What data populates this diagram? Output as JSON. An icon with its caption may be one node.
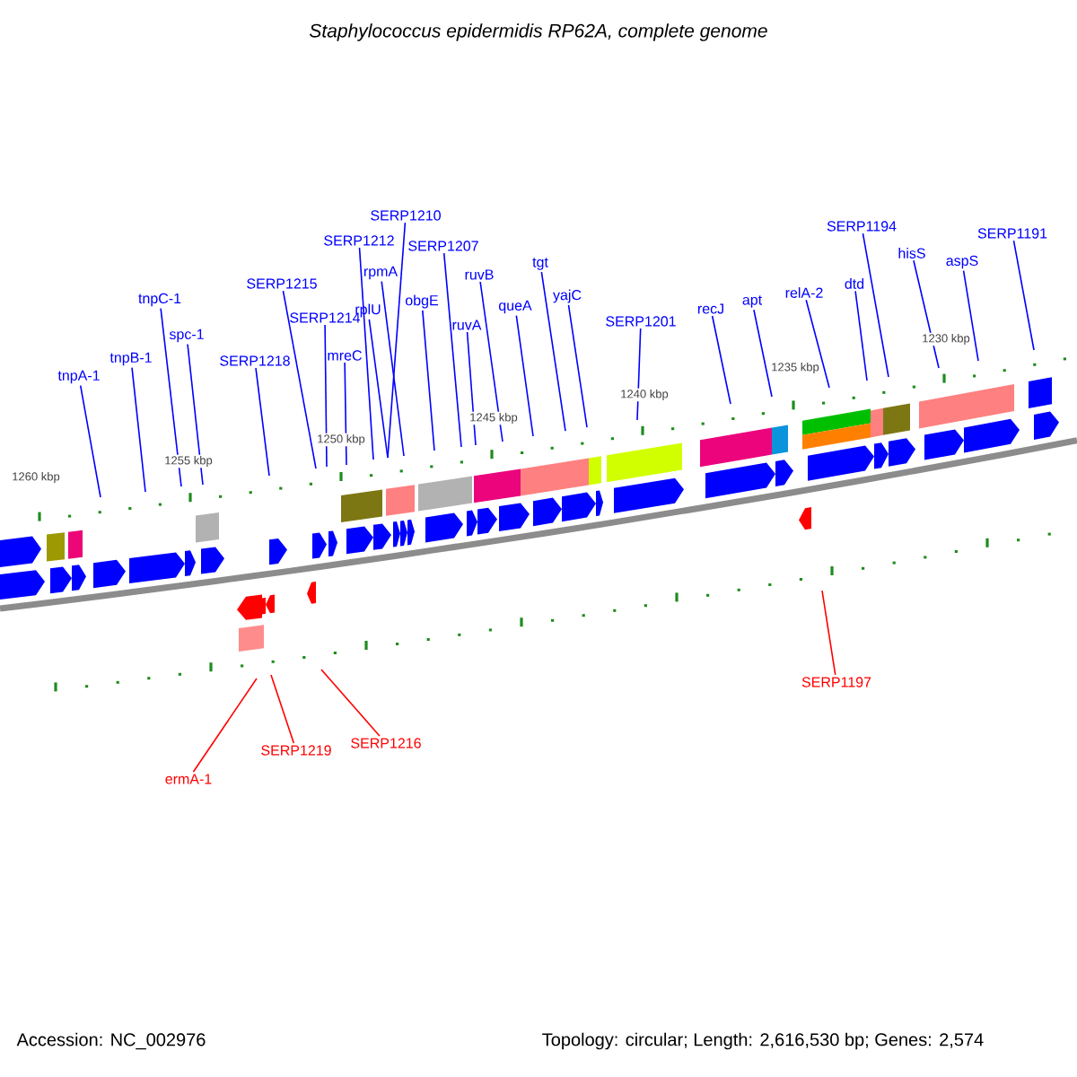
{
  "diagram": {
    "title": "Staphylococcus epidermidis RP62A, complete genome",
    "nodes": [
      {
        "text": [
          "tnpA-1"
        ]
      },
      {
        "text": [
          "tnpB-1"
        ]
      },
      {
        "text": [
          "tnpC-1"
        ]
      },
      {
        "text": [
          "spc-1"
        ]
      },
      {
        "text": [
          "SERP1218"
        ]
      },
      {
        "text": [
          "SERP1215"
        ]
      },
      {
        "text": [
          "SERP1214"
        ]
      },
      {
        "text": [
          "mreC"
        ]
      },
      {
        "text": [
          "SERP1212"
        ]
      },
      {
        "text": [
          "SERP1210"
        ]
      },
      {
        "text": [
          "rplU"
        ]
      },
      {
        "text": [
          "rpmA"
        ]
      },
      {
        "text": [
          "obgE"
        ]
      },
      {
        "text": [
          "SERP1207"
        ]
      },
      {
        "text": [
          "ruvA"
        ]
      },
      {
        "text": [
          "ruvB"
        ]
      },
      {
        "text": [
          "queA"
        ]
      },
      {
        "text": [
          "tgt"
        ]
      },
      {
        "text": [
          "yajC"
        ]
      },
      {
        "text": [
          "SERP1201"
        ]
      },
      {
        "text": [
          "recJ"
        ]
      },
      {
        "text": [
          "apt"
        ]
      },
      {
        "text": [
          "relA-2"
        ]
      },
      {
        "text": [
          "dtd"
        ]
      },
      {
        "text": [
          "SERP1194"
        ]
      },
      {
        "text": [
          "hisS"
        ]
      },
      {
        "text": [
          "aspS"
        ]
      },
      {
        "text": [
          "SERP1191"
        ]
      },
      {
        "text": [
          "ermA-1"
        ]
      },
      {
        "text": [
          "SERP1219"
        ]
      },
      {
        "text": [
          "SERP1216"
        ]
      },
      {
        "text": [
          "SERP1197"
        ]
      }
    ],
    "edges": [
      {
        "from": 0,
        "to": null,
        "arrow": "none"
      },
      {
        "from": 1,
        "to": null,
        "arrow": "none"
      },
      {
        "from": 2,
        "to": null,
        "arrow": "none"
      },
      {
        "from": 3,
        "to": null,
        "arrow": "none"
      },
      {
        "from": 4,
        "to": null,
        "arrow": "none"
      },
      {
        "from": 5,
        "to": null,
        "arrow": "none"
      },
      {
        "from": 6,
        "to": null,
        "arrow": "none"
      },
      {
        "from": 7,
        "to": null,
        "arrow": "none"
      },
      {
        "from": 8,
        "to": null,
        "arrow": "none"
      },
      {
        "from": 9,
        "to": null,
        "arrow": "none"
      },
      {
        "from": 10,
        "to": null,
        "arrow": "none"
      },
      {
        "from": 11,
        "to": null,
        "arrow": "none"
      },
      {
        "from": 12,
        "to": null,
        "arrow": "none"
      },
      {
        "from": 13,
        "to": null,
        "arrow": "none"
      },
      {
        "from": 14,
        "to": null,
        "arrow": "none"
      },
      {
        "from": 15,
        "to": null,
        "arrow": "none"
      },
      {
        "from": 16,
        "to": null,
        "arrow": "none"
      },
      {
        "from": 17,
        "to": null,
        "arrow": "none"
      },
      {
        "from": 18,
        "to": null,
        "arrow": "none"
      },
      {
        "from": 19,
        "to": null,
        "arrow": "none"
      },
      {
        "from": 20,
        "to": null,
        "arrow": "none"
      },
      {
        "from": 21,
        "to": null,
        "arrow": "none"
      },
      {
        "from": 22,
        "to": null,
        "arrow": "none"
      },
      {
        "from": 23,
        "to": null,
        "arrow": "none"
      },
      {
        "from": 24,
        "to": null,
        "arrow": "none"
      },
      {
        "from": 25,
        "to": null,
        "arrow": "none"
      },
      {
        "from": 26,
        "to": null,
        "arrow": "none"
      },
      {
        "from": 27,
        "to": null,
        "arrow": "none"
      },
      {
        "from": 28,
        "to": null,
        "arrow": "none",
        "color": "#ff0000"
      },
      {
        "from": 29,
        "to": null,
        "arrow": "none",
        "color": "#ff0000"
      },
      {
        "from": 30,
        "to": null,
        "arrow": "none",
        "color": "#ff0000"
      },
      {
        "from": 31,
        "to": null,
        "arrow": "none",
        "color": "#ff0000"
      }
    ],
    "labels": [
      "1260 kbp",
      "1255 kbp",
      "1250 kbp",
      "1245 kbp",
      "1240 kbp",
      "1235 kbp",
      "1230 kbp",
      "Accession: NC_002976",
      "Topology: circular; Length: 2,616,530 bp; Genes: 2,574"
    ]
  }
}
